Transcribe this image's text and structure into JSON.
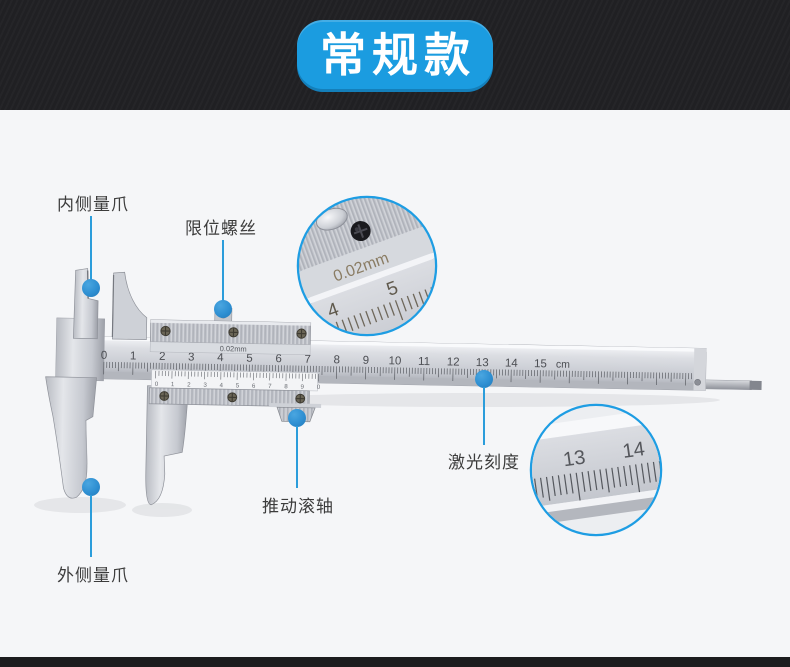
{
  "banner": {
    "badge_label": "常规款"
  },
  "callouts": {
    "inner_jaw": {
      "label": "内侧量爪"
    },
    "limit_screw": {
      "label": "限位螺丝"
    },
    "laser_scale": {
      "label": "激光刻度"
    },
    "thumb_roller": {
      "label": "推动滚轴"
    },
    "outer_jaw": {
      "label": "外侧量爪"
    }
  },
  "caliper": {
    "precision_marking": "0.02mm",
    "main_scale": {
      "numbers": [
        "0",
        "1",
        "2",
        "3",
        "4",
        "5",
        "6",
        "7",
        "8",
        "9",
        "10",
        "11",
        "12",
        "13",
        "14",
        "15"
      ],
      "unit": "cm"
    },
    "vernier_scale": {
      "digits": [
        "0",
        "1",
        "2",
        "3",
        "4",
        "5",
        "6",
        "7",
        "8",
        "9",
        "0"
      ]
    }
  },
  "magnifiers": {
    "vernier_detail": {
      "precision": "0.02mm",
      "tick_labels": [
        "4",
        "5"
      ]
    },
    "scale_detail": {
      "tick_labels": [
        "13",
        "14"
      ]
    }
  },
  "colors": {
    "accent_blue": "#1e9de3",
    "badge_blue": "#1b9ce0",
    "banner_black": "#202023",
    "metal_light": "#e9ebee",
    "metal_mid": "#c9ccd3"
  }
}
